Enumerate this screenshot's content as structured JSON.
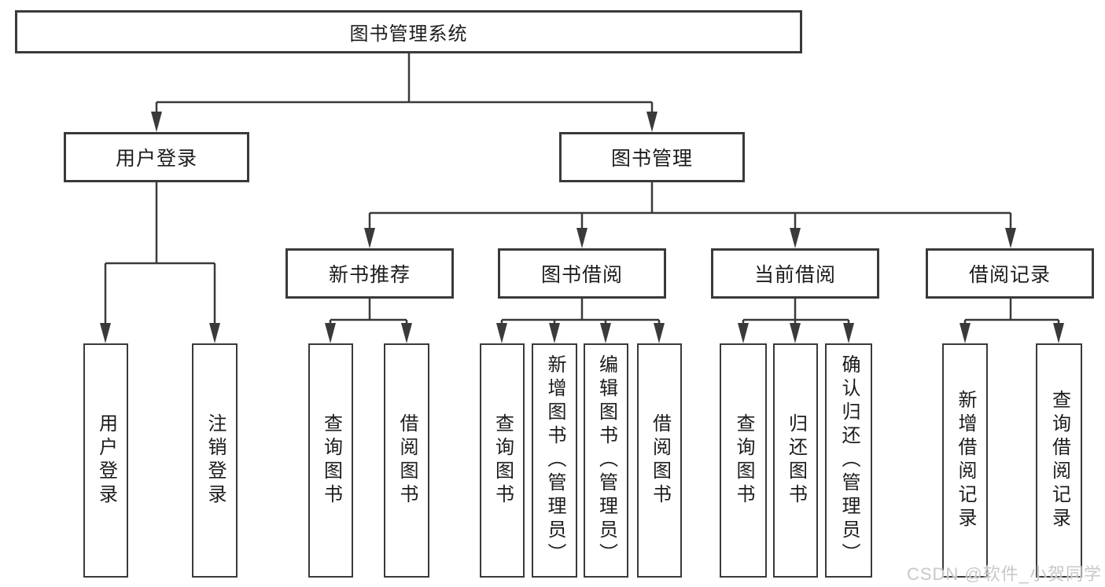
{
  "diagram": {
    "root": {
      "label": "图书管理系统"
    },
    "level2": [
      {
        "label": "用户登录"
      },
      {
        "label": "图书管理"
      }
    ],
    "level3": [
      {
        "label": "新书推荐"
      },
      {
        "label": "图书借阅"
      },
      {
        "label": "当前借阅"
      },
      {
        "label": "借阅记录"
      }
    ],
    "leaves": {
      "user_login": [
        "用户登录",
        "注销登录"
      ],
      "new_books": [
        "查询图书",
        "借阅图书"
      ],
      "book_borrow": [
        "查询图书",
        "新增图书（管理员）",
        "编辑图书（管理员）",
        "借阅图书"
      ],
      "current_borrow": [
        "查询图书",
        "归还图书",
        "确认归还（管理员）"
      ],
      "borrow_records": [
        "新增借阅记录",
        "查询借阅记录"
      ]
    }
  },
  "watermark": {
    "text": "CSDN @软件_小贺同学"
  },
  "colors": {
    "line": "#3a3a3a",
    "text": "#1c1c1c",
    "watermark": "#c8c8c8",
    "background": "#ffffff"
  }
}
